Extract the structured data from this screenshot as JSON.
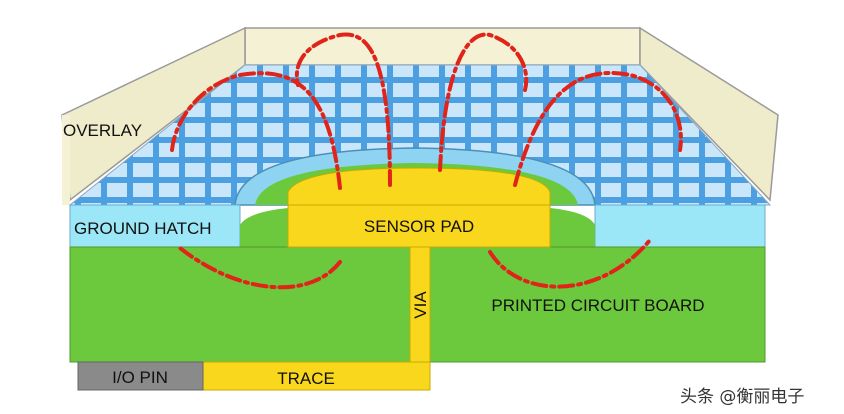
{
  "labels": {
    "overlay": "OVERLAY",
    "ground_hatch": "GROUND HATCH",
    "sensor_pad": "SENSOR PAD",
    "via": "VIA",
    "pcb": "PRINTED CIRCUIT BOARD",
    "io_pin": "I/O PIN",
    "trace": "TRACE"
  },
  "watermark": "头条 @衡丽电子",
  "colors": {
    "overlay": "#f4f1d4",
    "hatch_fill": "#5aa9e6",
    "hatch_light": "#c8e6fb",
    "ground_front": "#9be7f8",
    "pcb_green": "#6cc83c",
    "pad_yellow": "#f9d71c",
    "io_gray": "#8a8a8a",
    "field_line": "#e0241a"
  }
}
